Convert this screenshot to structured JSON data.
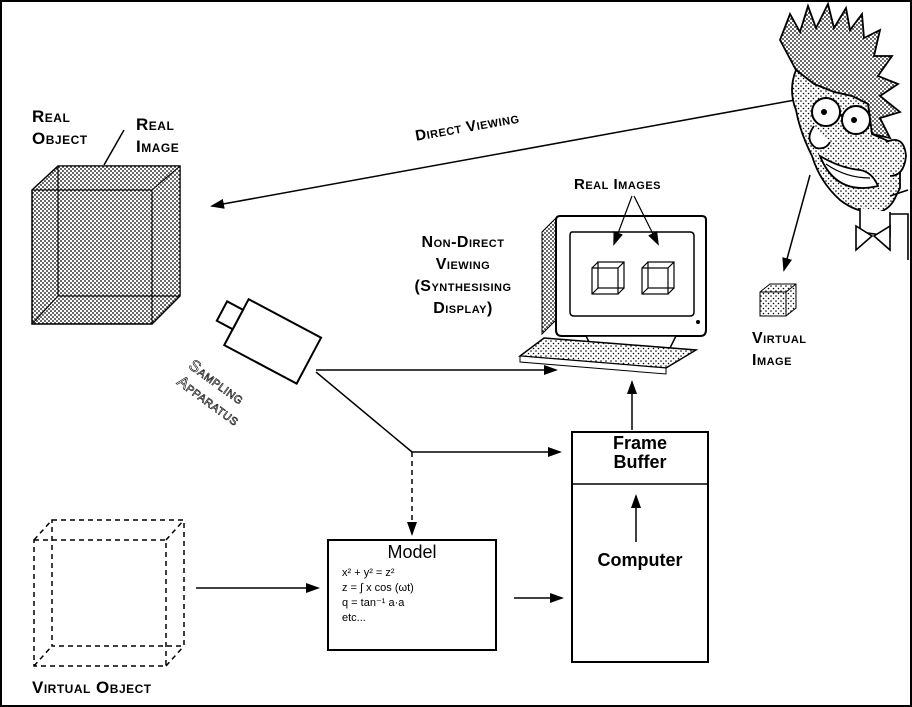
{
  "labels": {
    "real_object": [
      "Real",
      "Object"
    ],
    "real_image": [
      "Real",
      "Image"
    ],
    "direct_viewing": "Direct Viewing",
    "real_images": "Real Images",
    "non_direct": [
      "Non-Direct",
      "Viewing",
      "(Synthesising",
      "Display)"
    ],
    "virtual_image": [
      "Virtual",
      "Image"
    ],
    "sampling_apparatus": [
      "Sampling",
      "Apparatus"
    ],
    "frame_buffer": [
      "Frame",
      "Buffer"
    ],
    "computer": "Computer",
    "model": "Model",
    "model_equations": [
      "x² + y² = z²",
      "z = ∫ x cos (ωt)",
      "q = tan⁻¹ a·a",
      "etc..."
    ],
    "virtual_object": "Virtual Object"
  }
}
